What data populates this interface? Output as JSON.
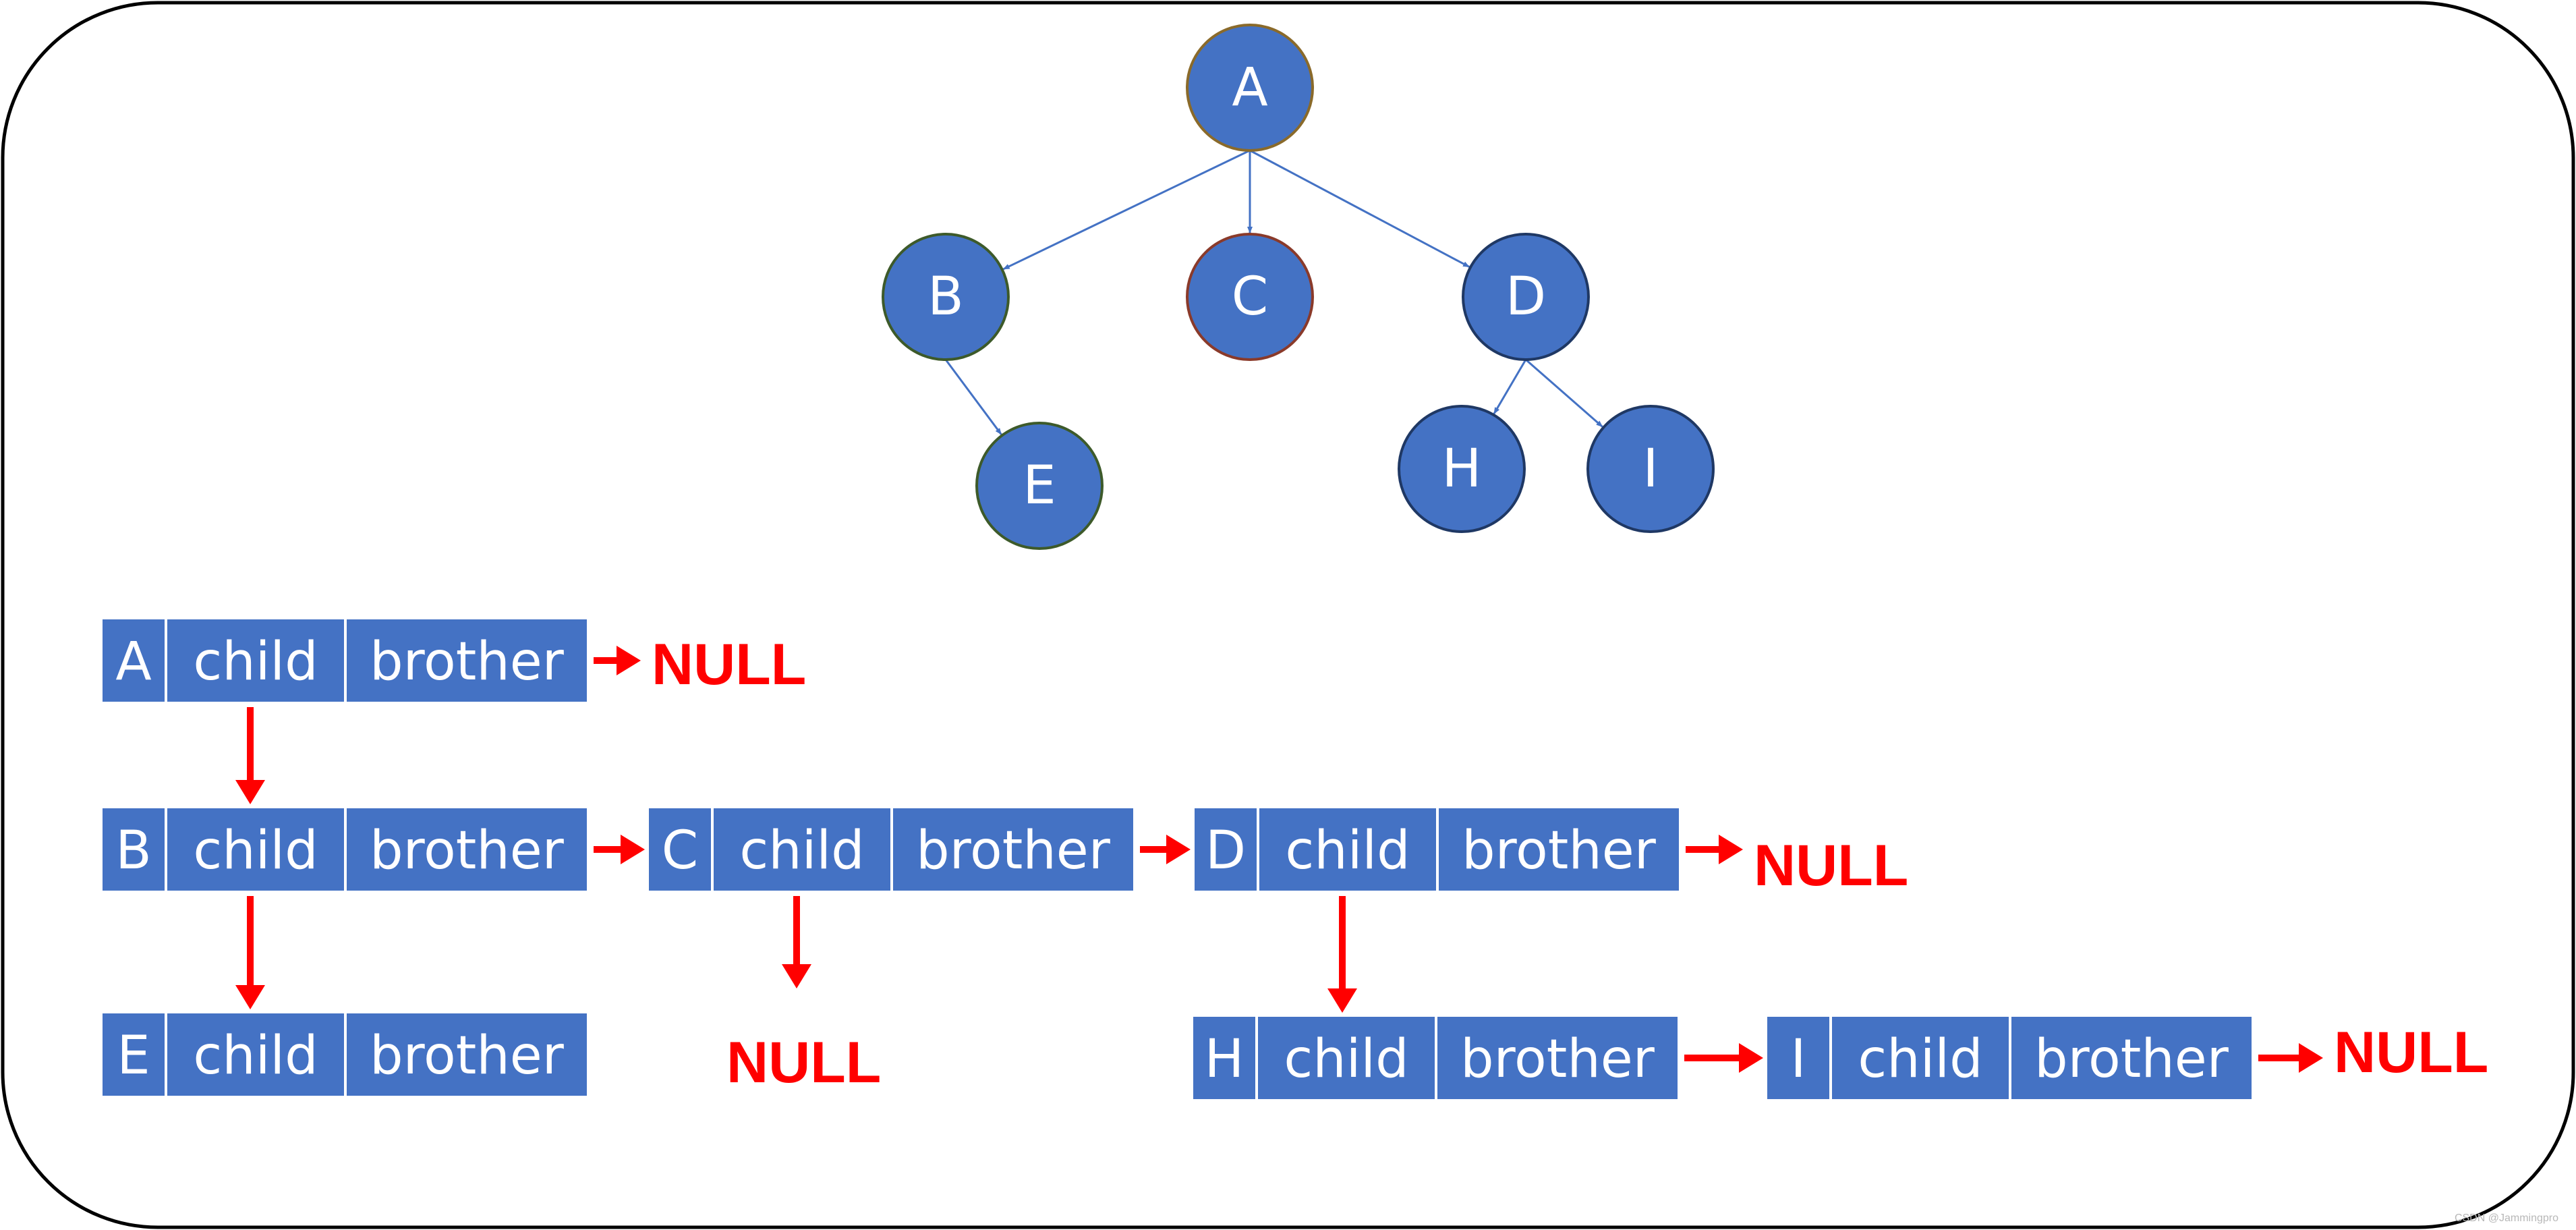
{
  "colors": {
    "node_fill": "#4472c4",
    "tree_edge": "#4472c4",
    "list_arrow": "#ff0000",
    "null_text": "#ff0000",
    "cell_fill": "#4472c4",
    "frame_stroke": "#000000"
  },
  "tree": {
    "nodes": [
      {
        "id": "A",
        "label": "A",
        "stroke": "#8a6a2a"
      },
      {
        "id": "B",
        "label": "B",
        "stroke": "#3d5a2a"
      },
      {
        "id": "C",
        "label": "C",
        "stroke": "#8a3a2a"
      },
      {
        "id": "D",
        "label": "D",
        "stroke": "#1f3864"
      },
      {
        "id": "E",
        "label": "E",
        "stroke": "#3d5a2a"
      },
      {
        "id": "H",
        "label": "H",
        "stroke": "#1f3864"
      },
      {
        "id": "I",
        "label": "I",
        "stroke": "#1f3864"
      }
    ],
    "edges": [
      {
        "from": "A",
        "to": "B"
      },
      {
        "from": "A",
        "to": "C"
      },
      {
        "from": "A",
        "to": "D"
      },
      {
        "from": "B",
        "to": "E"
      },
      {
        "from": "D",
        "to": "H"
      },
      {
        "from": "D",
        "to": "I"
      }
    ]
  },
  "records": [
    {
      "id": "A",
      "name": "A",
      "child": "child",
      "brother": "brother"
    },
    {
      "id": "B",
      "name": "B",
      "child": "child",
      "brother": "brother"
    },
    {
      "id": "C",
      "name": "C",
      "child": "child",
      "brother": "brother"
    },
    {
      "id": "D",
      "name": "D",
      "child": "child",
      "brother": "brother"
    },
    {
      "id": "E",
      "name": "E",
      "child": "child",
      "brother": "brother"
    },
    {
      "id": "H",
      "name": "H",
      "child": "child",
      "brother": "brother"
    },
    {
      "id": "I",
      "name": "I",
      "child": "child",
      "brother": "brother"
    }
  ],
  "null_labels": [
    {
      "id": "null-a-brother",
      "text": "NULL"
    },
    {
      "id": "null-d-brother",
      "text": "NULL"
    },
    {
      "id": "null-c-child",
      "text": "NULL"
    },
    {
      "id": "null-i-brother",
      "text": "NULL"
    }
  ],
  "links": [
    {
      "id": "a-child",
      "kind": "child",
      "from": "A",
      "to": "B"
    },
    {
      "id": "b-child",
      "kind": "child",
      "from": "B",
      "to": "E"
    },
    {
      "id": "b-brother",
      "kind": "brother",
      "from": "B",
      "to": "C"
    },
    {
      "id": "c-brother",
      "kind": "brother",
      "from": "C",
      "to": "D"
    },
    {
      "id": "d-child",
      "kind": "child",
      "from": "D",
      "to": "H"
    },
    {
      "id": "h-brother",
      "kind": "brother",
      "from": "H",
      "to": "I"
    },
    {
      "id": "a-brother",
      "kind": "brother",
      "from": "A",
      "to": "null-a-brother"
    },
    {
      "id": "d-brother",
      "kind": "brother",
      "from": "D",
      "to": "null-d-brother"
    },
    {
      "id": "c-child",
      "kind": "child",
      "from": "C",
      "to": "null-c-child"
    },
    {
      "id": "i-brother",
      "kind": "brother",
      "from": "I",
      "to": "null-i-brother"
    }
  ],
  "watermark": "CSDN @Jammingpro"
}
